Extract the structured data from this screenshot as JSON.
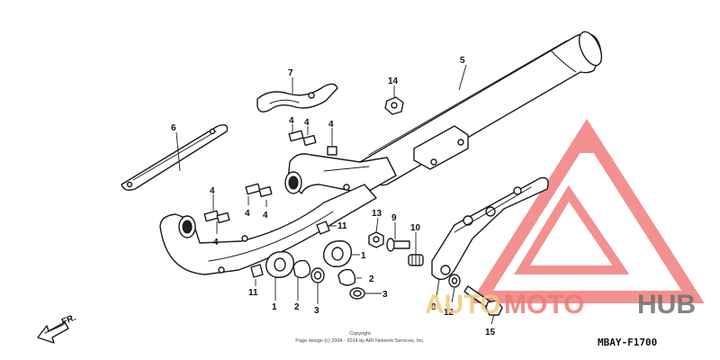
{
  "callouts": {
    "c1a": "1",
    "c1b": "1",
    "c2a": "2",
    "c2b": "2",
    "c3a": "3",
    "c3b": "3",
    "c4a": "4",
    "c4b": "4",
    "c4c": "4",
    "c4d": "4",
    "c4e": "4",
    "c4f": "4",
    "c4g": "4",
    "c5": "5",
    "c6": "6",
    "c7": "7",
    "c8": "8",
    "c9": "9",
    "c10": "10",
    "c11a": "11",
    "c11b": "11",
    "c12": "12",
    "c13": "13",
    "c14": "14",
    "c15": "15"
  },
  "direction_label": "FR.",
  "diagram_code": "MBAY-F1700",
  "copyright": {
    "line1": "Copyright",
    "line2": "Page design (c) 2004 - 2014 by ARI Network Services, Inc."
  },
  "watermark": {
    "part1": "AUTO",
    "part2": "MOTO",
    "part3": "HUB"
  },
  "colors": {
    "watermark_red": "#ef6b6b",
    "watermark_yellow": "#f3c87a",
    "watermark_gray": "#6f6f6f"
  }
}
